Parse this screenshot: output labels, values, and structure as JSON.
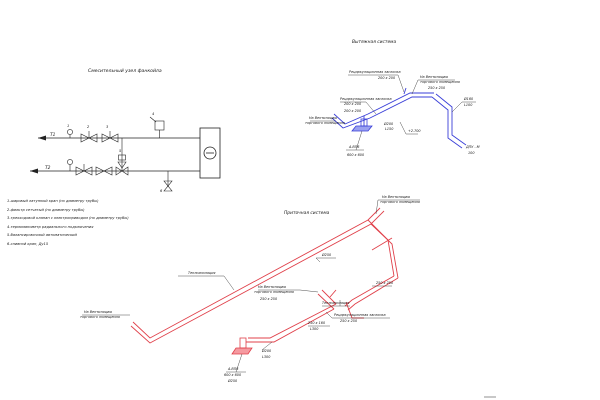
{
  "titles": {
    "mixing_unit": "Смесительный узел фанкойла",
    "exhaust": "Вытяжная система",
    "supply": "Приточная система"
  },
  "mixing_unit": {
    "t1": "Т1",
    "t2": "Т2",
    "tags": [
      "1",
      "2",
      "3",
      "4",
      "5",
      "6"
    ]
  },
  "legend": [
    "1-шаровый латунный кран (по диаметру трубы)",
    "2-фильтр сетчатый (по диаметру трубы)",
    "3-трехходовой клапан с электроприводом (по диаметру трубы)",
    "4-термоманометр радиального подключения",
    "5-балансировочный автоматический",
    "6-сливной кран, Ду15"
  ],
  "exhaust_labels": {
    "recirc_top": "Рециркуляционная заслонка",
    "recirc_top_size": "200 x 200",
    "vent_top": "На Вентиляцию",
    "vent_top_sub": "торгового помещения",
    "vent_top_size": "250 x 250",
    "recirc_mid": "Рециркуляционная заслонка",
    "recirc_mid_size": "200 x 200",
    "size_mid2": "200 x 200",
    "vent_left": "На Вентиляцию",
    "vent_left_sub": "торгового помещения",
    "d_200": "Ø200",
    "l_150": "L150",
    "grille": "А.ВП6",
    "grille_size": "600 x 600",
    "d_160": "Ø160",
    "l_100": "L100",
    "level": "+2.700",
    "dpu": "ДПУ - М",
    "dpu_n": "100"
  },
  "supply_labels": {
    "vent_top": "На Вентиляцию",
    "vent_top_sub": "торгового помещения",
    "d_250": "Ø250",
    "insulation_left": "Теплоизоляция",
    "size_250": "250 x 250",
    "vent_mid": "На Вентиляцию",
    "vent_mid_sub": "торгового помещения",
    "vent_mid_size": "250 x 250",
    "insulation_mid": "Теплоизоляция",
    "recirc": "Рециркуляционная заслонка",
    "recirc_size": "250 x 250",
    "vent_left": "На Вентиляцию",
    "vent_left_sub": "торгового помещения",
    "size_250x160": "250 x 160",
    "l_300": "L300",
    "d_200": "Ø200",
    "l_300b": "L300",
    "grille": "А.ВП6",
    "grille_size": "600 x 600",
    "grille_sub": "Ø250"
  }
}
